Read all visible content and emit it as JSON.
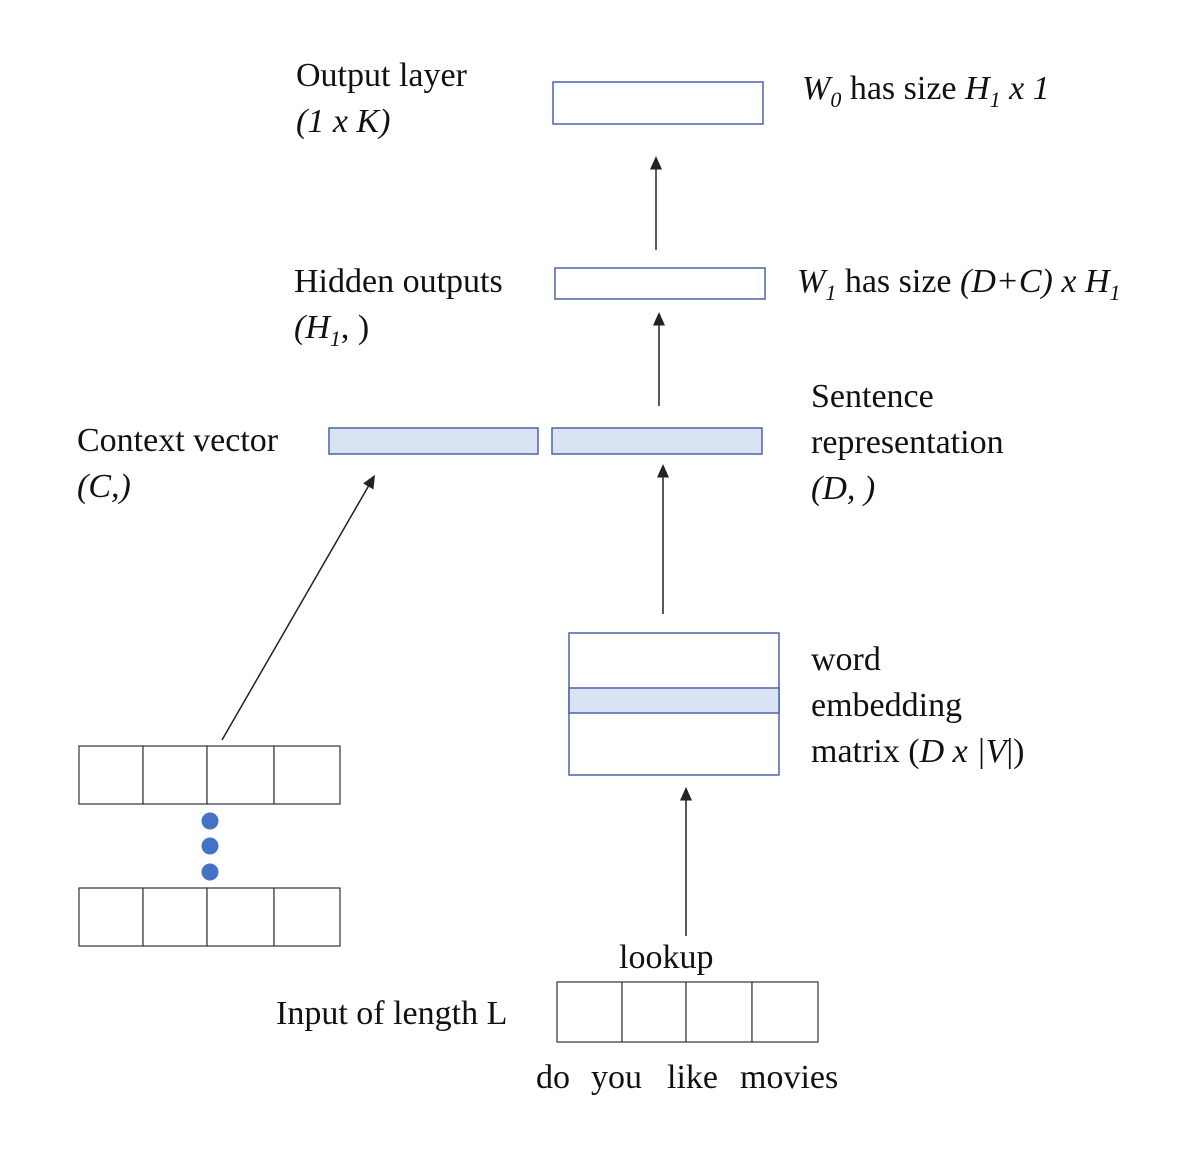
{
  "labels": {
    "output_layer": "Output layer",
    "output_layer_shape": "(1 x K)",
    "w0_symbol": "W",
    "w0_sub": "0",
    "w0_text": " has size ",
    "w0_h": "H",
    "w0_h_sub": "1",
    "w0_tail": " x 1",
    "hidden_outputs": "Hidden outputs",
    "hidden_shape_open": "(H",
    "hidden_shape_sub": "1",
    "hidden_shape_close": ", )",
    "w1_symbol": "W",
    "w1_sub": "1",
    "w1_text": " has size ",
    "w1_dc": "(D+C)",
    "w1_x": " x ",
    "w1_h": "H",
    "w1_h_sub": "1",
    "context_vector": "Context vector",
    "context_shape": "(C,)",
    "sentence_line1": "Sentence",
    "sentence_line2": "representation",
    "sentence_shape": "(D, )",
    "embed_line1": "word",
    "embed_line2": "embedding",
    "embed_line3_pre": "matrix (",
    "embed_line3_it": "D x |V",
    "embed_line3_post": "|)",
    "lookup": "lookup",
    "input_label": "Input of length L"
  },
  "input_words": [
    "do",
    "you",
    "like",
    "movies"
  ],
  "colors": {
    "box_stroke": "#4a64a8",
    "highlight_fill": "#dae3f3",
    "dot_fill": "#4472c4",
    "arrow": "#222222"
  }
}
